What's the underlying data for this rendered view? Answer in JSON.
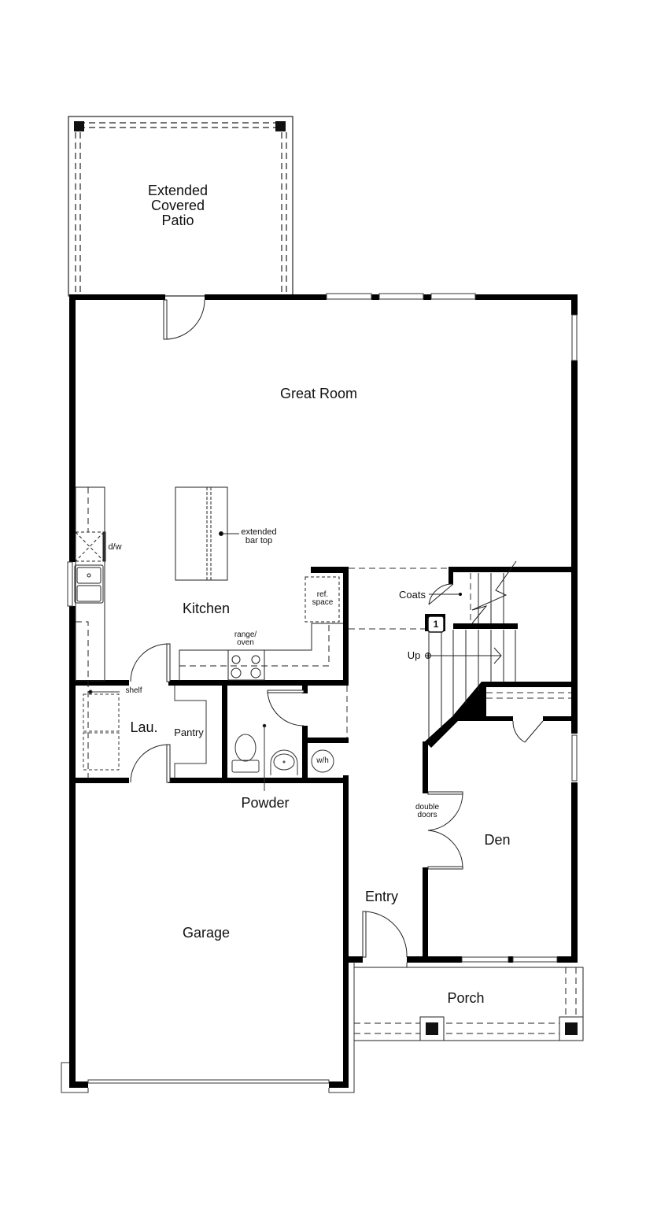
{
  "plan": {
    "rooms": {
      "patio": "Extended\nCovered\nPatio",
      "great_room": "Great Room",
      "kitchen": "Kitchen",
      "laundry": "Lau.",
      "pantry": "Pantry",
      "powder": "Powder",
      "garage": "Garage",
      "entry": "Entry",
      "den": "Den",
      "porch": "Porch"
    },
    "annotations": {
      "extended_bar_top": "extended\nbar top",
      "dishwasher": "d/w",
      "ref_space": "ref.\nspace",
      "range_oven": "range/\noven",
      "shelf": "shelf",
      "water_heater": "w/h",
      "coats": "Coats",
      "stairs_up": "Up",
      "double_doors": "double\ndoors",
      "option_marker": "1"
    },
    "colors": {
      "wall": "#000000",
      "line": "#333333",
      "background": "#ffffff"
    }
  }
}
